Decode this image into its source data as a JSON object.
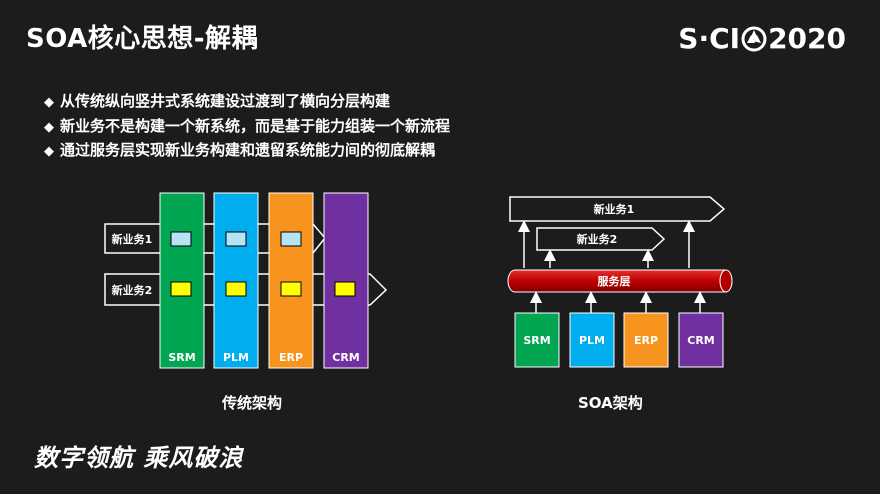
{
  "title": "SOA核心思想-解耦",
  "logo": {
    "left_text": "S·CI",
    "year": "2020"
  },
  "bullets": [
    "从传统纵向竖井式系统建设过渡到了横向分层构建",
    "新业务不是构建一个新系统，而是基于能力组装一个新流程",
    "通过服务层实现新业务构建和遗留系统能力间的彻底解耦"
  ],
  "bullet_marker": "◆",
  "left_diagram": {
    "caption": "传统架构",
    "business_rows": [
      "新业务1",
      "新业务2"
    ],
    "systems": [
      {
        "name": "SRM",
        "color": "#00a651"
      },
      {
        "name": "PLM",
        "color": "#00aeef"
      },
      {
        "name": "ERP",
        "color": "#f7941d"
      },
      {
        "name": "CRM",
        "color": "#7030a0"
      }
    ]
  },
  "right_diagram": {
    "caption": "SOA架构",
    "business_rows": [
      "新业务1",
      "新业务2"
    ],
    "service_layer": "服务层",
    "systems": [
      {
        "name": "SRM",
        "color": "#00a651"
      },
      {
        "name": "PLM",
        "color": "#00aeef"
      },
      {
        "name": "ERP",
        "color": "#f7941d"
      },
      {
        "name": "CRM",
        "color": "#7030a0"
      }
    ]
  },
  "slogan": "数字领航 乘风破浪",
  "colors": {
    "background": "#1c1c1c",
    "module_light": "#b7e4f5",
    "module_yellow": "#ffff00",
    "service_red": "#c00000"
  }
}
